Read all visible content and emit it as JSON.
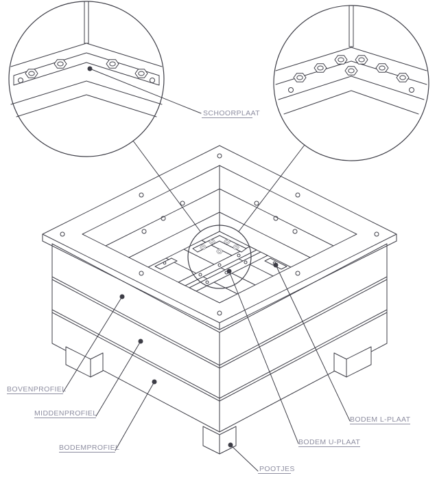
{
  "colors": {
    "background": "#ffffff",
    "line": "#3d3d46",
    "label": "#8d8da0"
  },
  "labels": {
    "schoorplaat": "SCHOORPLAAT",
    "bovenprofiel": "BOVENPROFIEL",
    "middenprofiel": "MIDDENPROFIEL",
    "bodemprofiel": "BODEMPROFIEL",
    "bodem_l_plaat": "BODEM L-PLAAT",
    "bodem_u_plaat": "BODEM U-PLAAT",
    "pootjes": "POOTJES"
  }
}
